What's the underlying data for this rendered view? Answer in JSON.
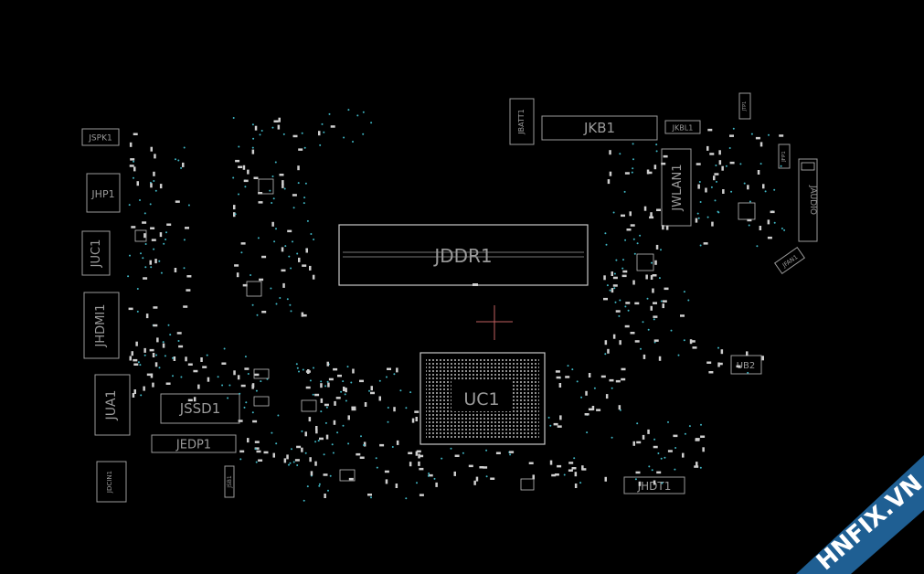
{
  "board": {
    "components": [
      {
        "id": "jspk1",
        "label": "JSPK1"
      },
      {
        "id": "jhp1",
        "label": "JHP1"
      },
      {
        "id": "juc1",
        "label": "JUC1"
      },
      {
        "id": "jhdmi1",
        "label": "JHDMI1"
      },
      {
        "id": "jua1",
        "label": "JUA1"
      },
      {
        "id": "jssd1",
        "label": "JSSD1"
      },
      {
        "id": "jedp1",
        "label": "JEDP1"
      },
      {
        "id": "jdcin1",
        "label": "JDCIN1"
      },
      {
        "id": "jbatt1",
        "label": "JBATT1"
      },
      {
        "id": "jkb1",
        "label": "JKB1"
      },
      {
        "id": "jkbl1",
        "label": "JKBL1"
      },
      {
        "id": "jwlan1",
        "label": "JWLAN1"
      },
      {
        "id": "jaudio",
        "label": "JAUDIO"
      },
      {
        "id": "jfan1",
        "label": "JFAN1"
      },
      {
        "id": "jddr1",
        "label": "JDDR1"
      },
      {
        "id": "uc1",
        "label": "UC1"
      },
      {
        "id": "ub2",
        "label": "UB2"
      },
      {
        "id": "jhdt1",
        "label": "JHDT1"
      },
      {
        "id": "jsb1",
        "label": "JSB1"
      },
      {
        "id": "jtp1",
        "label": "JTP1"
      },
      {
        "id": "jfp1",
        "label": "JFP1"
      }
    ],
    "colors": {
      "background": "#000000",
      "outline": "#9a9a9a",
      "via": "#3fb6c4",
      "marker": "#c06060"
    }
  },
  "watermark": {
    "text": "HNFIX.VN",
    "colors": {
      "band": "#1f5f93",
      "text": "#ffffff",
      "accent": "#e0202a"
    }
  }
}
